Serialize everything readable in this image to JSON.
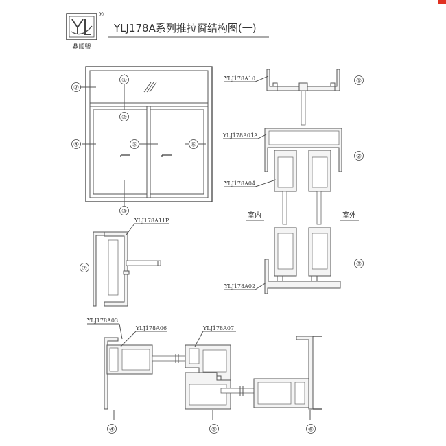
{
  "brand": {
    "name": "鼎顺盟",
    "logo_letters": "YLJ",
    "registered_mark": "®"
  },
  "title": "YLJ178A系列推拉窗结构图(一)",
  "labels": {
    "indoor": "室内",
    "outdoor": "室外"
  },
  "markers": {
    "m1": "①",
    "m2": "②",
    "m3": "③",
    "m4": "④",
    "m5": "⑤",
    "m6": "⑥",
    "m7": "⑦"
  },
  "profiles": {
    "a10": "YLJ178A10",
    "a01a": "YLJ178A01A",
    "a04": "YLJ178A04",
    "a02": "YLJ178A02",
    "a11p": "YLJ178A11P",
    "a03": "YLJ178A03",
    "a06": "YLJ178A06",
    "a07": "YLJ178A07"
  },
  "colors": {
    "line": "#555555",
    "badge": "#e03020"
  }
}
